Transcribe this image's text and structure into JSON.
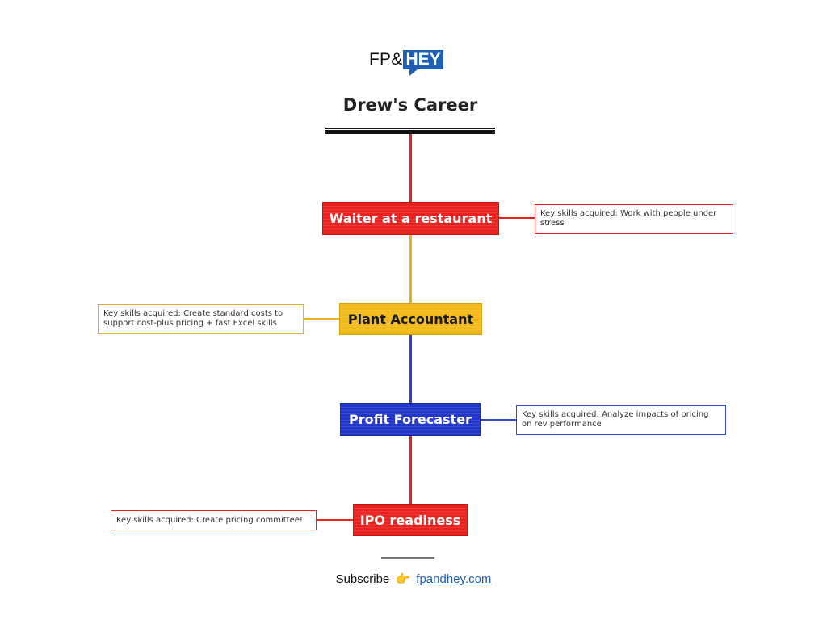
{
  "logo": {
    "fp": "FP&",
    "hey": "HEY"
  },
  "title": "Drew's Career",
  "colors": {
    "red": "#e8231f",
    "yellow": "#f1b919",
    "blue": "#2237c9",
    "brand": "#1f5fb3"
  },
  "roles": [
    {
      "label": "Waiter at a restaurant",
      "color": "red",
      "note": "Key skills acquired: Work with people under stress"
    },
    {
      "label": "Plant Accountant",
      "color": "yellow",
      "note": "Key skills acquired: Create standard costs to support cost-plus pricing + fast Excel skills"
    },
    {
      "label": "Profit Forecaster",
      "color": "blue",
      "note": "Key skills acquired: Analyze impacts of pricing on rev performance"
    },
    {
      "label": "IPO readiness",
      "color": "red",
      "note": "Key skills acquired: Create pricing committee!"
    }
  ],
  "footer": {
    "subscribe": "Subscribe",
    "pointer_icon": "backhand-index-pointing-right-icon",
    "link": "fpandhey.com"
  }
}
